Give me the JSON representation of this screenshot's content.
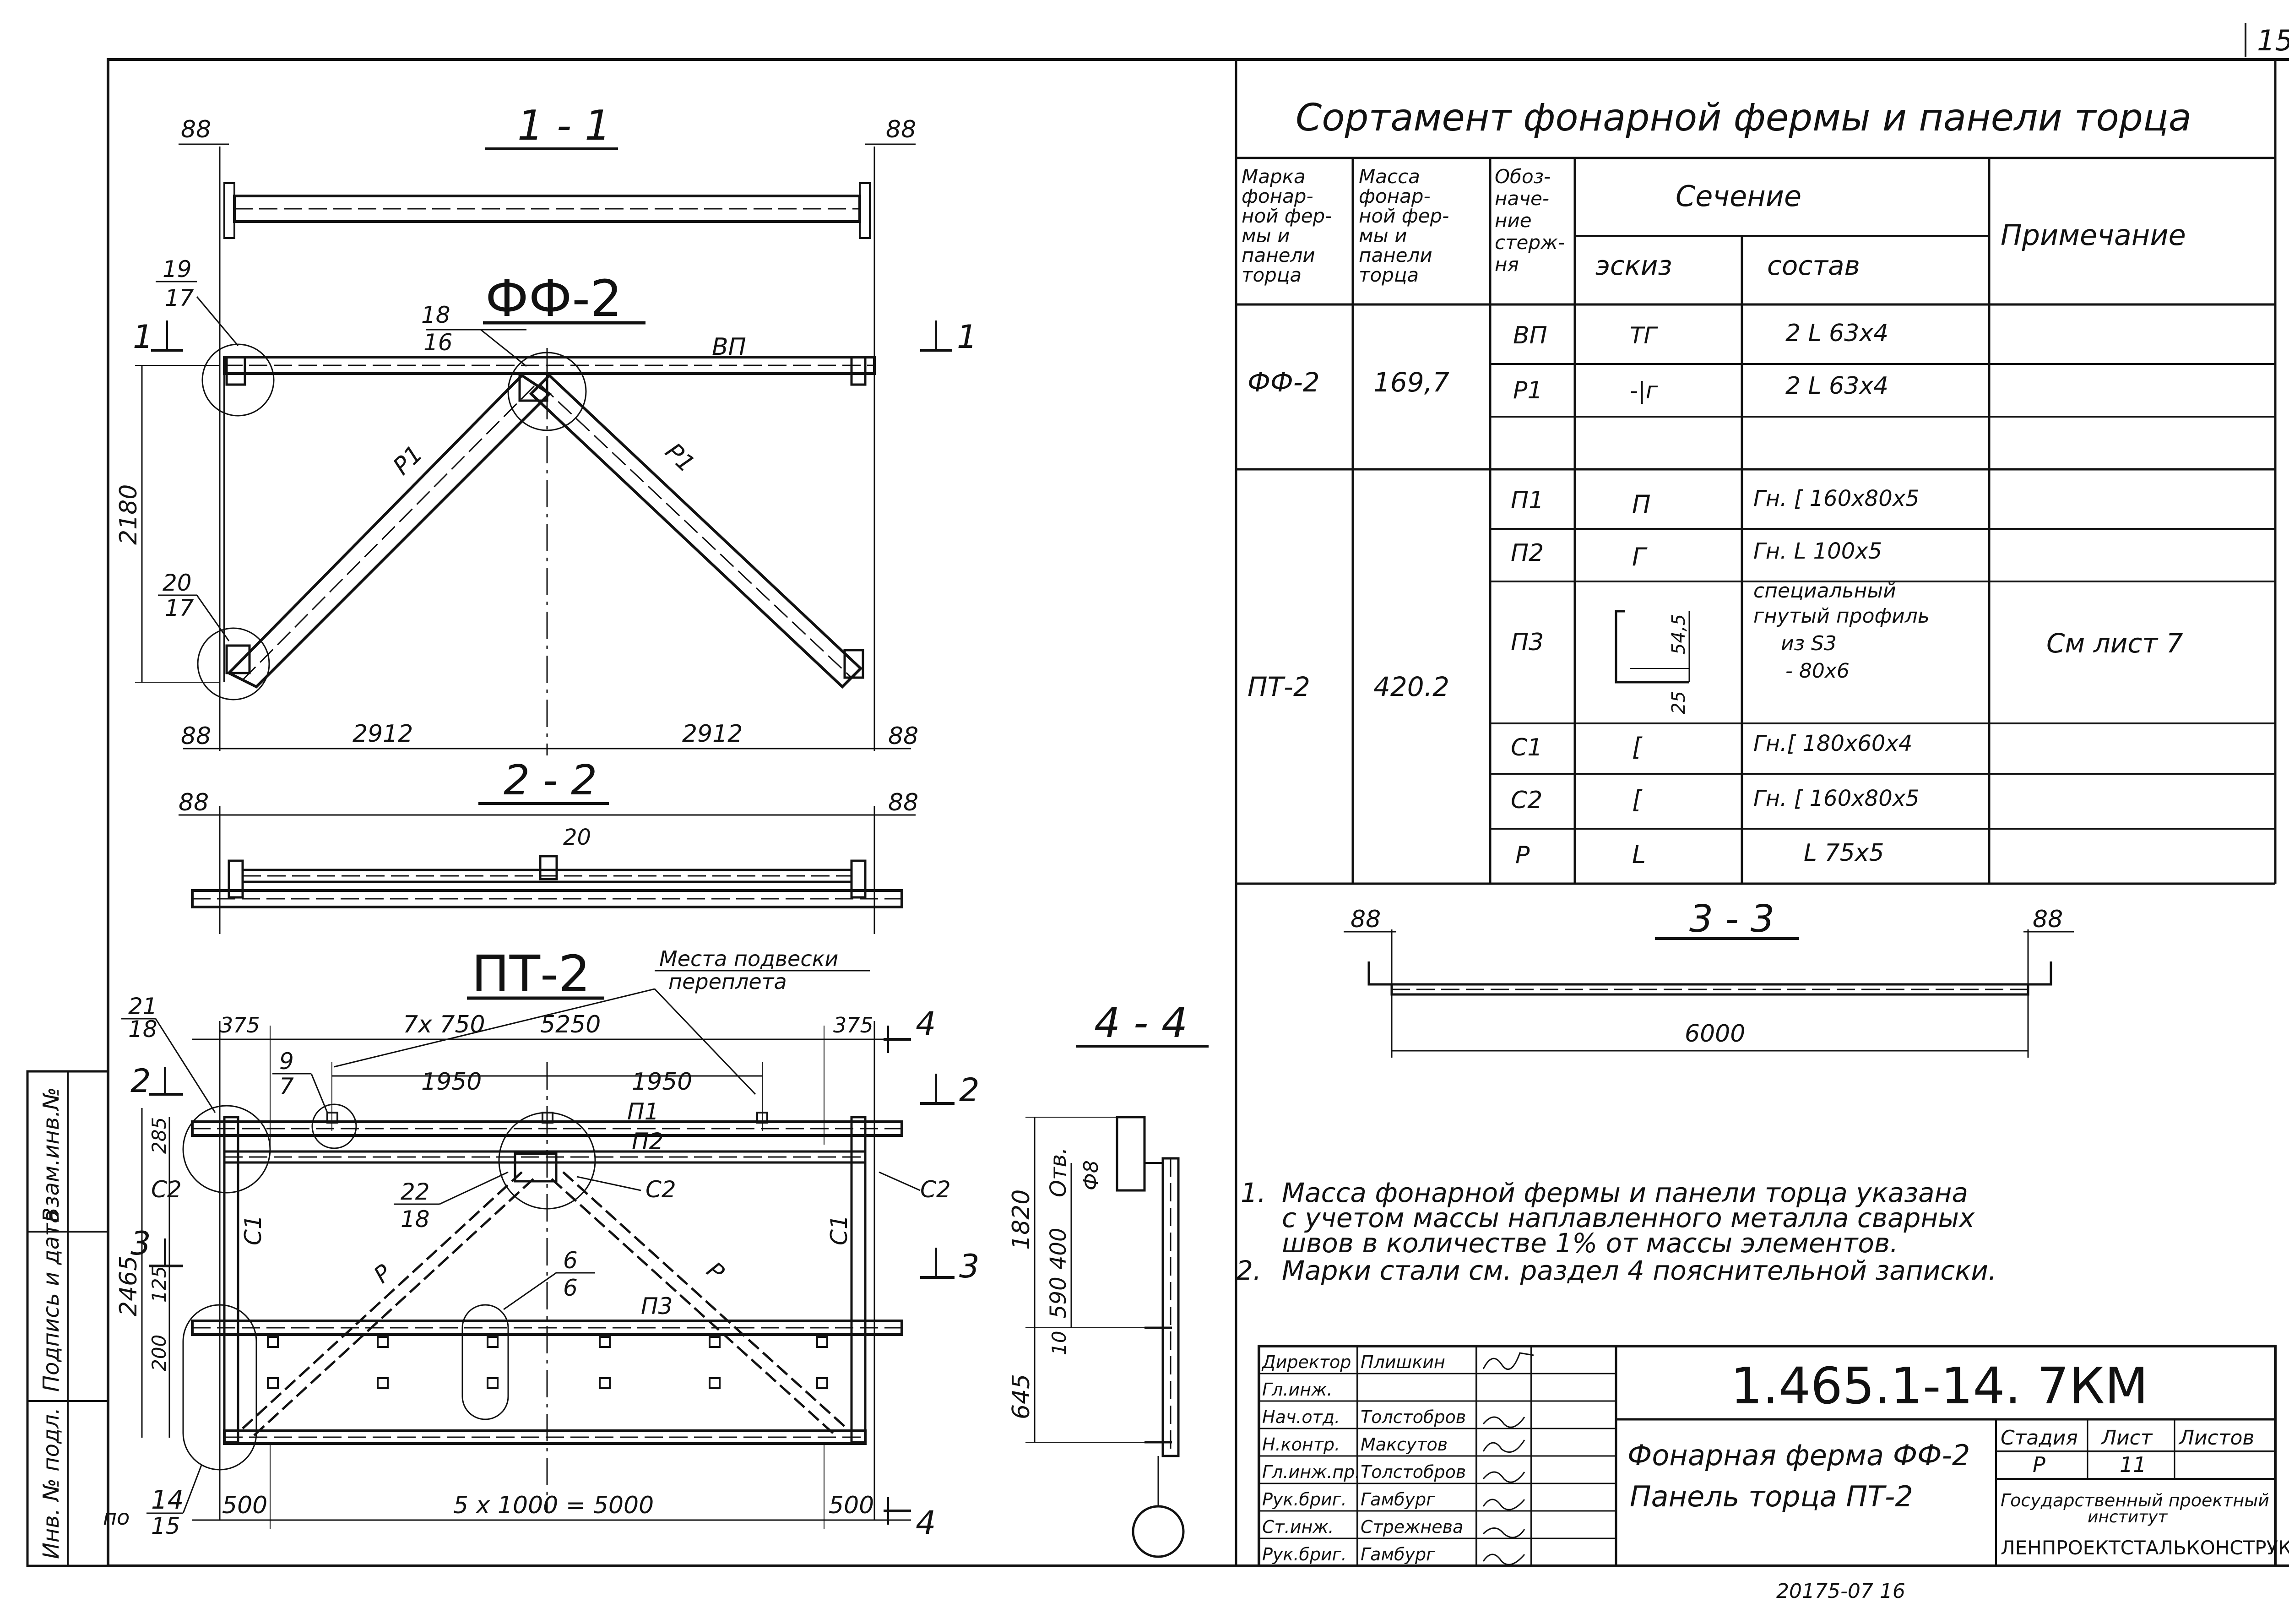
{
  "page_number": "15",
  "left_stamp": [
    "Взам.инв.№",
    "Подпись и дата",
    "Инв. № подл."
  ],
  "views": {
    "v11": {
      "title": "1 - 1",
      "dim_left": "88",
      "dim_right": "88"
    },
    "ff2": {
      "title": "ФФ-2",
      "section_mark_left": "1",
      "section_mark_right": "1",
      "node_top_left": [
        "19",
        "17"
      ],
      "node_top_center": [
        "18",
        "16"
      ],
      "node_bottom_left": [
        "20",
        "17"
      ],
      "label_vp": "ВП",
      "label_r1_left": "Р1",
      "label_r1_right": "Р1",
      "height": "2180",
      "dim_left": "88",
      "dim_right": "88",
      "span_left": "2912",
      "span_right": "2912"
    },
    "v22": {
      "title": "2 - 2",
      "dim_left": "88",
      "dim_right": "88",
      "mid": "20"
    },
    "pt2": {
      "title": "ПТ-2",
      "callout": [
        "Места подвески",
        "переплета"
      ],
      "node_21_18": [
        "21",
        "18"
      ],
      "node_9_7": [
        "9",
        "7"
      ],
      "node_22_18": [
        "22",
        "18"
      ],
      "node_6_6": [
        "6",
        "6"
      ],
      "node_14_15": [
        "по",
        "14",
        "15"
      ],
      "dims_top": [
        "375",
        "7х 750",
        "5250",
        "375"
      ],
      "dims_1950": [
        "1950",
        "1950"
      ],
      "dims_left_v": [
        "285",
        "2465",
        "125",
        "200"
      ],
      "dims_bottom": [
        "500",
        "5 х 1000 = 5000",
        "500"
      ],
      "labels": {
        "p1": "П1",
        "p2": "П2",
        "p3": "П3",
        "c1a": "С1",
        "c1b": "С1",
        "c2a": "С2",
        "c2b": "С2",
        "c2c": "С2",
        "ra": "Р",
        "rb": "Р"
      },
      "sections": {
        "s2l": "2",
        "s2r": "2",
        "s3l": "3",
        "s3r": "3",
        "s4t": "4",
        "s4b": "4"
      }
    },
    "v44": {
      "title": "4 - 4",
      "dims": [
        "1820",
        "590 400",
        "Отв.",
        "Ф8",
        "10",
        "645"
      ]
    },
    "v33": {
      "title": "3 - 3",
      "dim_left": "88",
      "dim_right": "88",
      "length": "6000"
    }
  },
  "table": {
    "title": "Сортамент  фонарной  фермы и  панели  торца",
    "headers": {
      "mark": [
        "Марка",
        "фонар-",
        "ной фер-",
        "мы и",
        "панели",
        "торца"
      ],
      "mass": [
        "Масса",
        "фонар-",
        "ной фер-",
        "мы и",
        "панели",
        "торца"
      ],
      "desig": [
        "Обоз-",
        "наче-",
        "ние",
        "стерж-",
        "ня"
      ],
      "section": "Сечение",
      "sketch": "эскиз",
      "composition": "состав",
      "note": "Примечание"
    },
    "rows": [
      {
        "mark": "ФФ-2",
        "mass": "169,7",
        "items": [
          {
            "desig": "ВП",
            "sketch": "ТГ",
            "comp": "2 L 63х4"
          },
          {
            "desig": "Р1",
            "sketch": "-|г",
            "comp": "2 L 63х4"
          },
          {
            "desig": "",
            "sketch": "",
            "comp": ""
          }
        ]
      },
      {
        "mark": "ПТ-2",
        "mass": "420.2",
        "items": [
          {
            "desig": "П1",
            "sketch": "П",
            "comp": "Гн. [ 160х80х5"
          },
          {
            "desig": "П2",
            "sketch": "Г",
            "comp": "Гн. L 100х5"
          },
          {
            "desig": "П3",
            "sketch": "profile",
            "comp": [
              "специальный",
              "гнутый профиль",
              "из S3",
              "- 80х6"
            ],
            "note": "См  лист 7",
            "sk_dims": [
              "54,5",
              "25"
            ]
          },
          {
            "desig": "С1",
            "sketch": "[",
            "comp": "Гн.[ 180х60х4"
          },
          {
            "desig": "С2",
            "sketch": "[",
            "comp": "Гн. [ 160х80х5"
          },
          {
            "desig": "Р",
            "sketch": "L",
            "comp": "L 75х5"
          }
        ]
      }
    ]
  },
  "notes": [
    {
      "n": "1.",
      "lines": [
        "Масса фонарной фермы и панели  торца указана",
        "с учетом массы наплавленного металла сварных",
        "швов в количестве 1% от массы элементов."
      ]
    },
    {
      "n": "2.",
      "lines": [
        "Марки стали см. раздел 4 пояснительной записки."
      ]
    }
  ],
  "title_block": {
    "staff": [
      {
        "role": "Директор",
        "name": "Плишкин"
      },
      {
        "role": "Гл.инж.",
        "name": ""
      },
      {
        "role": "Нач.отд.",
        "name": "Толстобров"
      },
      {
        "role": "Н.контр.",
        "name": "Максутов"
      },
      {
        "role": "Гл.инж.пр.",
        "name": "Толстобров"
      },
      {
        "role": "Рук.бриг.",
        "name": "Гамбург"
      },
      {
        "role": "Ст.инж.",
        "name": "Стрежнева"
      },
      {
        "role": "Рук.бриг.",
        "name": "Гамбург"
      }
    ],
    "code": "1.465.1-14. 7КМ",
    "name_lines": [
      "Фонарная ферма ФФ-2",
      "Панель торца ПТ-2"
    ],
    "stage_label": "Стадия",
    "sheet_label": "Лист",
    "sheets_label": "Листов",
    "stage": "Р",
    "sheet": "11",
    "org_lines": [
      "Государственный проектный",
      "институт"
    ],
    "org_name": "ЛЕНПРОЕКТСТАЛЬКОНСТРУКЦИЯ"
  },
  "footer_code": "20175-07   16"
}
